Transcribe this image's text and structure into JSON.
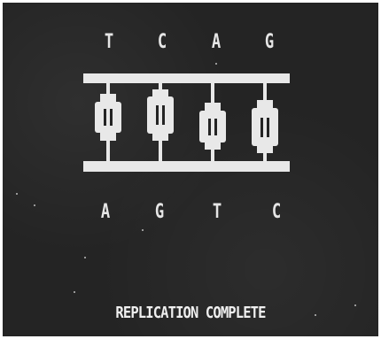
{
  "top_strand": [
    "T",
    "C",
    "A",
    "G"
  ],
  "bottom_strand": [
    "A",
    "G",
    "T",
    "C"
  ],
  "status": "REPLICATION COMPLETE",
  "colors": {
    "background": "#242424",
    "foreground": "#e6e6e6"
  }
}
